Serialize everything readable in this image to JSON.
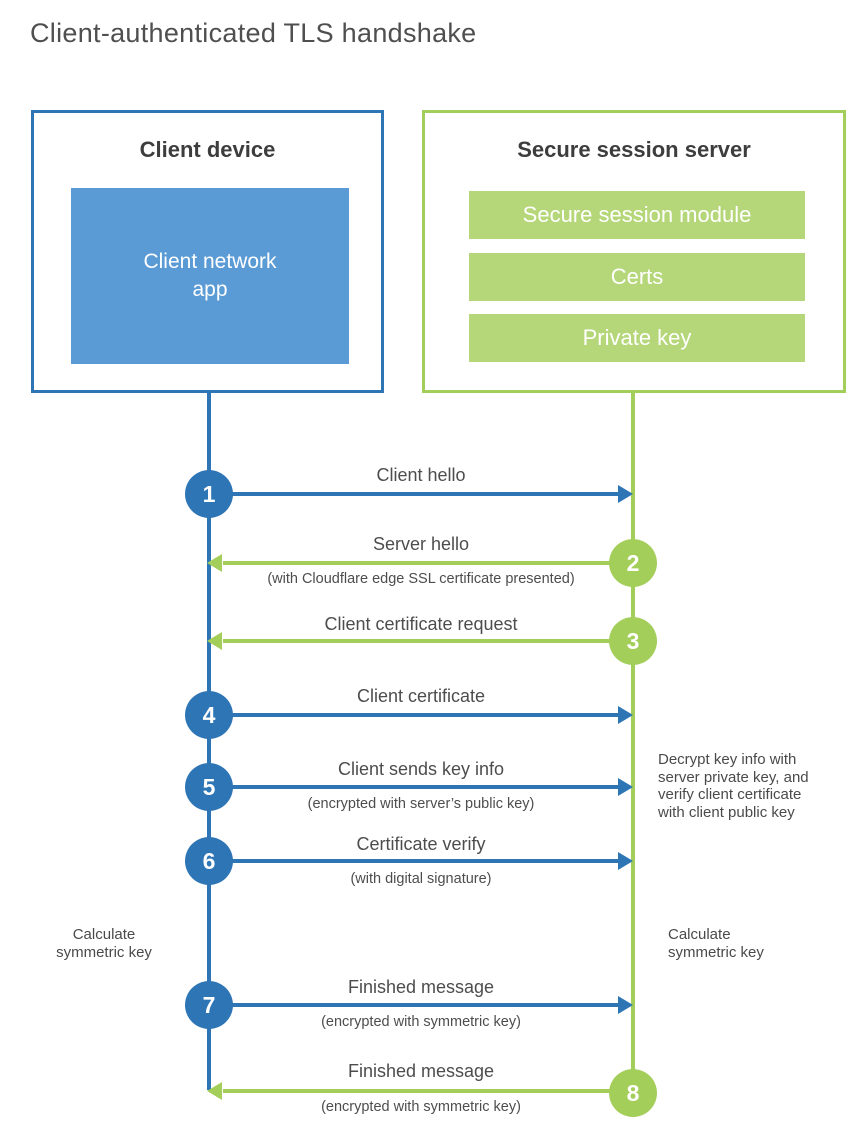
{
  "title": "Client-authenticated TLS handshake",
  "colors": {
    "blue": "#2e75b6",
    "light_blue": "#5b9bd5",
    "green": "#a4ce5a",
    "light_green": "#b5d779",
    "text_dark": "#3d3d3d",
    "text_body": "#4d4d4d"
  },
  "client": {
    "title": "Client device",
    "app": "Client network app"
  },
  "server": {
    "title": "Secure session server",
    "modules": [
      "Secure session module",
      "Certs",
      "Private key"
    ]
  },
  "steps": [
    {
      "num": "1",
      "label": "Client hello",
      "sublabel": "",
      "direction": "right",
      "color": "blue"
    },
    {
      "num": "2",
      "label": "Server hello",
      "sublabel": "(with Cloudflare edge SSL certificate presented)",
      "direction": "left",
      "color": "green"
    },
    {
      "num": "3",
      "label": "Client certificate request",
      "sublabel": "",
      "direction": "left",
      "color": "green"
    },
    {
      "num": "4",
      "label": "Client certificate",
      "sublabel": "",
      "direction": "right",
      "color": "blue"
    },
    {
      "num": "5",
      "label": "Client sends key info",
      "sublabel": "(encrypted with server’s public key)",
      "direction": "right",
      "color": "blue"
    },
    {
      "num": "6",
      "label": "Certificate verify",
      "sublabel": "(with digital signature)",
      "direction": "right",
      "color": "blue"
    },
    {
      "num": "7",
      "label": "Finished message",
      "sublabel": "(encrypted with symmetric key)",
      "direction": "right",
      "color": "blue"
    },
    {
      "num": "8",
      "label": "Finished message",
      "sublabel": "(encrypted with symmetric key)",
      "direction": "left",
      "color": "green"
    }
  ],
  "annotations": {
    "decrypt_note": "Decrypt key info with server private key, and verify client certificate with client public key",
    "calc_left": "Calculate symmetric key",
    "calc_right": "Calculate symmetric key"
  }
}
